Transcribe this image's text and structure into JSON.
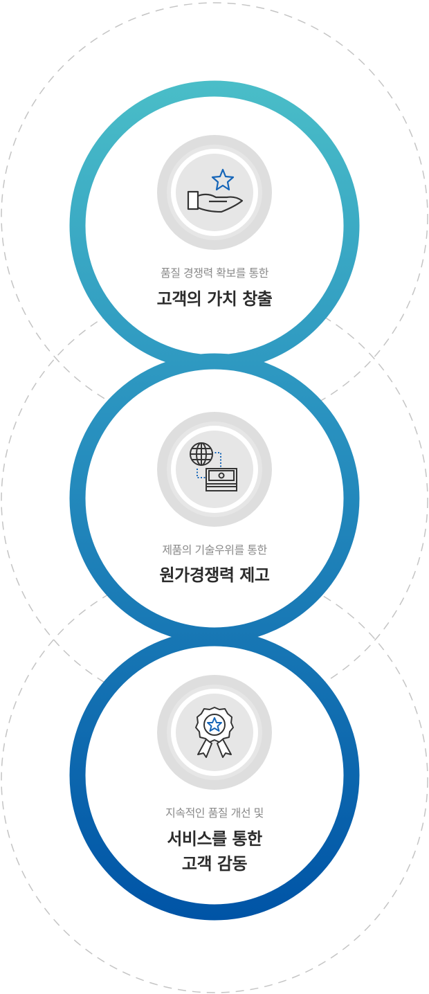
{
  "colors": {
    "gradient_top": "#4bbfc8",
    "gradient_bottom": "#0054a6",
    "icon_accent": "#1565b8",
    "icon_bg": "#e6e6e6",
    "icon_ring": "#dedede"
  },
  "items": [
    {
      "icon": "hand-star-icon",
      "subtitle": "품질 경쟁력 확보를 통한",
      "title": "고객의 가치 창출"
    },
    {
      "icon": "globe-money-icon",
      "subtitle": "제품의 기술우위를 통한",
      "title": "원가경쟁력 제고"
    },
    {
      "icon": "award-ribbon-icon",
      "subtitle": "지속적인 품질 개선 및",
      "title_line1": "서비스를 통한",
      "title_line2": "고객 감동"
    }
  ]
}
